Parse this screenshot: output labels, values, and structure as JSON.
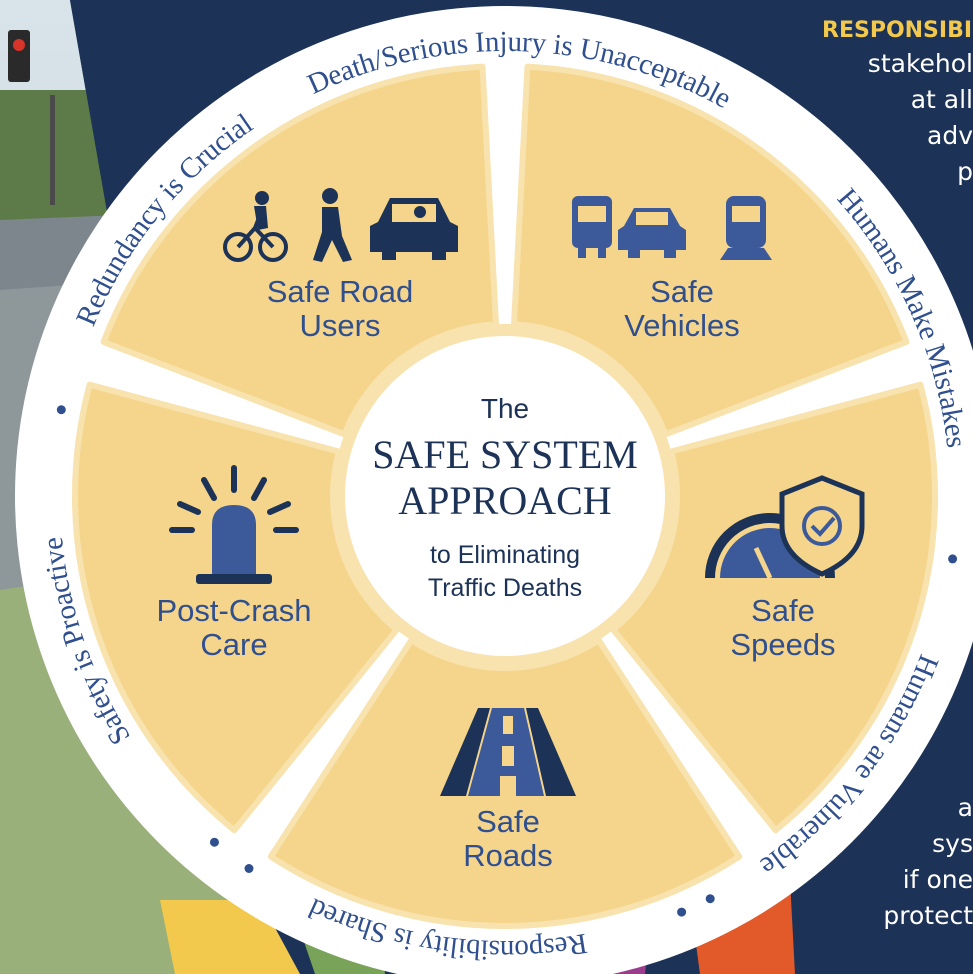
{
  "wheel": {
    "center": {
      "line1": "The",
      "title_line1": "SAFE SYSTEM",
      "title_line2": "APPROACH",
      "sub_line1": "to Eliminating",
      "sub_line2": "Traffic Deaths"
    },
    "segments": [
      {
        "label1": "Safe Road",
        "label2": "Users",
        "icon": "road-users-icon"
      },
      {
        "label1": "Safe",
        "label2": "Vehicles",
        "icon": "vehicles-icon"
      },
      {
        "label1": "Safe",
        "label2": "Speeds",
        "icon": "speedometer-shield-icon"
      },
      {
        "label1": "Safe",
        "label2": "Roads",
        "icon": "road-icon"
      },
      {
        "label1": "Post-Crash",
        "label2": "Care",
        "icon": "siren-icon"
      }
    ],
    "principles": [
      "Death/Serious Injury is Unacceptable",
      "Humans Make Mistakes",
      "Humans are Vulnerable",
      "Responsibility is Shared",
      "Safety is Proactive",
      "Redundancy is Crucial"
    ]
  },
  "side_panel": {
    "header": "RESPONSIBI",
    "top_lines": [
      "stakehol",
      "at all",
      "adv",
      "p"
    ],
    "bottom_lines": [
      "a",
      "sys",
      "if one",
      "protect"
    ]
  },
  "colors": {
    "navy": "#1c3256",
    "segment": "#f5d58b",
    "segment_edge": "#f8e2ad",
    "icon_blue": "#3c5a9a",
    "text_blue": "#2f4f8f",
    "accent_yellow": "#f2c94c",
    "accent_orange": "#e2592a"
  }
}
